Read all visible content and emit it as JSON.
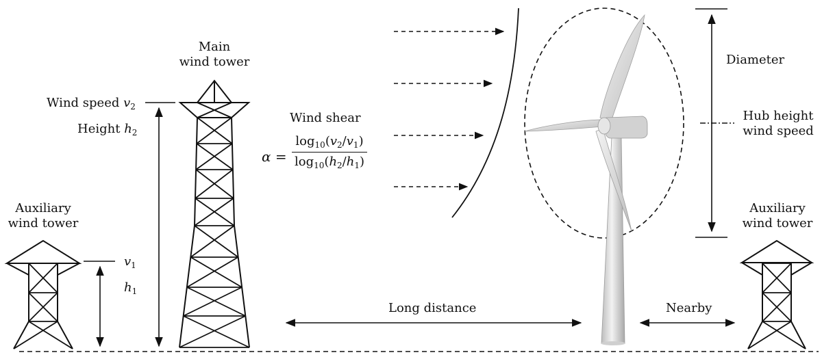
{
  "labels": {
    "main_tower_line1": "Main",
    "main_tower_line2": "wind tower",
    "aux_left_line1": "Auxiliary",
    "aux_left_line2": "wind tower",
    "aux_right_line1": "Auxiliary",
    "aux_right_line2": "wind tower",
    "wind_speed": "Wind speed",
    "height": "Height",
    "wind_shear": "Wind shear",
    "diameter": "Diameter",
    "hub_line1": "Hub height",
    "hub_line2": "wind speed",
    "long_distance": "Long distance",
    "nearby": "Nearby"
  },
  "math": {
    "v": "v",
    "h": "h",
    "sub1": "1",
    "sub2": "2",
    "alpha": "α",
    "equals": "=",
    "log": "log",
    "base": "10",
    "num_open": "(",
    "slash": "/",
    "close": ")"
  },
  "colors": {
    "ink": "#111111",
    "blade": "#d8d8d8",
    "blade_shade": "#b5b5b5",
    "nacelle": "#d0d0d0"
  }
}
